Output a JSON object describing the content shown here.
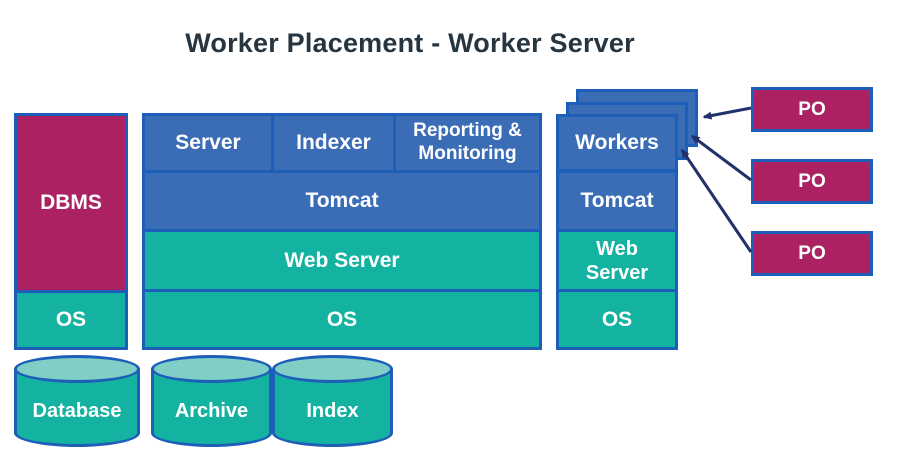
{
  "title": "Worker Placement - Worker Server",
  "colors": {
    "box_blue": "#3a6db6",
    "teal": "#14b3a1",
    "teal_light": "#7fcfc6",
    "magenta": "#ab2161",
    "border_blue": "#1d5fb8",
    "arrow_navy": "#22306b",
    "title_color": "#26353f"
  },
  "columns": {
    "db_server": {
      "boxes": [
        {
          "label": "DBMS",
          "color": "magenta"
        },
        {
          "label": "OS",
          "color": "teal"
        }
      ],
      "cylinder": {
        "label": "Database"
      }
    },
    "app_server": {
      "top_row": [
        {
          "label": "Server"
        },
        {
          "label": "Indexer"
        },
        {
          "label": "Reporting & Monitoring"
        }
      ],
      "boxes": [
        {
          "label": "Tomcat",
          "color": "blue"
        },
        {
          "label": "Web Server",
          "color": "teal"
        },
        {
          "label": "OS",
          "color": "teal"
        }
      ],
      "cylinders": [
        {
          "label": "Archive"
        },
        {
          "label": "Index"
        }
      ]
    },
    "worker_server": {
      "stack_label": "Workers",
      "boxes": [
        {
          "label": "Tomcat",
          "color": "blue"
        },
        {
          "label": "Web Server",
          "color": "teal"
        },
        {
          "label": "OS",
          "color": "teal"
        }
      ]
    }
  },
  "po_units": [
    {
      "label": "PO"
    },
    {
      "label": "PO"
    },
    {
      "label": "PO"
    }
  ]
}
